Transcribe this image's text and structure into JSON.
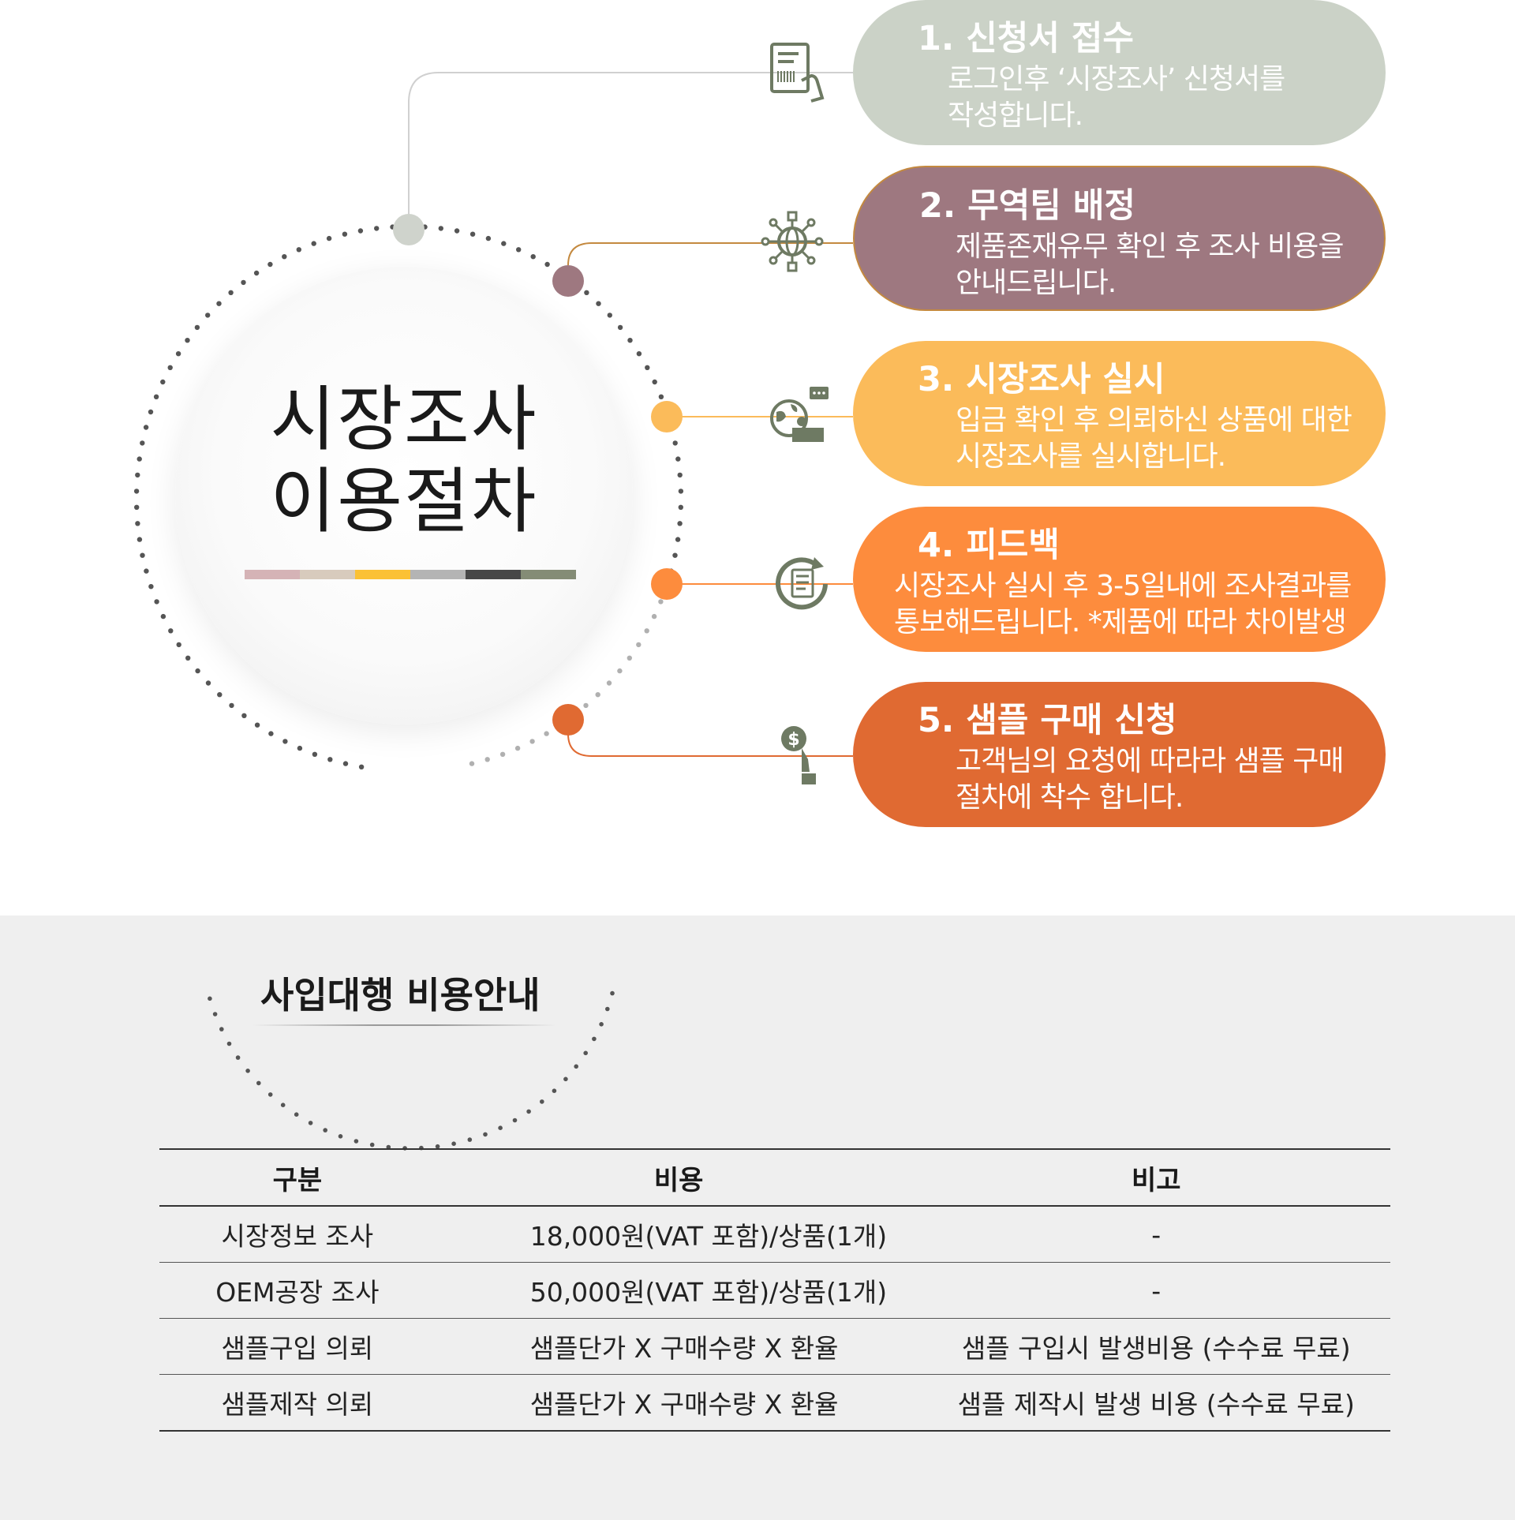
{
  "center": {
    "title_line1": "시장조사",
    "title_line2": "이용절차",
    "palette": [
      "#d5b3b6",
      "#d8cbbd",
      "#fbc135",
      "#b4b4b4",
      "#474747",
      "#848c76"
    ]
  },
  "steps": [
    {
      "title": "1. 신청서 접수",
      "desc": [
        "로그인후 ‘시장조사’ 신청서를",
        "작성합니다."
      ],
      "color": "#cbd2c7",
      "icon": "application-form-icon"
    },
    {
      "title": "2. 무역팀 배정",
      "desc": [
        "제품존재유무 확인 후 조사 비용을",
        "안내드립니다."
      ],
      "color": "#9e7880",
      "icon": "global-network-icon"
    },
    {
      "title": "3. 시장조사 실시",
      "desc": [
        "입금 확인 후 의뢰하신 상품에 대한",
        "시장조사를 실시합니다."
      ],
      "color": "#fbbb5a",
      "icon": "global-research-icon"
    },
    {
      "title": "4. 피드백",
      "desc": [
        "시장조사 실시 후 3-5일내에 조사결과를",
        "통보해드립니다. *제품에 따라 차이발생"
      ],
      "color": "#fd8c3d",
      "icon": "feedback-report-icon"
    },
    {
      "title": "5. 샘플 구매 신청",
      "desc": [
        "고객님의 요청에 따라라 샘플 구매",
        "절차에 착수 합니다."
      ],
      "color": "#e06a32",
      "icon": "payment-hand-icon"
    }
  ],
  "cost_section": {
    "title": "사입대행 비용안내",
    "headers": [
      "구분",
      "비용",
      "비고"
    ],
    "rows": [
      [
        "시장정보 조사",
        "18,000원(VAT 포함)/상품(1개)",
        "-"
      ],
      [
        "OEM공장 조사",
        "50,000원(VAT 포함)/상품(1개)",
        "-"
      ],
      [
        "샘플구입 의뢰",
        "샘플단가 X 구매수량 X 환율",
        "샘플 구입시 발생비용 (수수료 무료)"
      ],
      [
        "샘플제작 의뢰",
        "샘플단가 X 구매수량 X 환율",
        "샘플 제작시 발생 비용 (수수료 무료)"
      ]
    ]
  },
  "colors": {
    "connector_gray": "#d0d0d0",
    "connector_brown": "#c4893f",
    "connector_orange": "#f7a64a",
    "icon_green": "#6e7a63",
    "band": "#efefef"
  }
}
